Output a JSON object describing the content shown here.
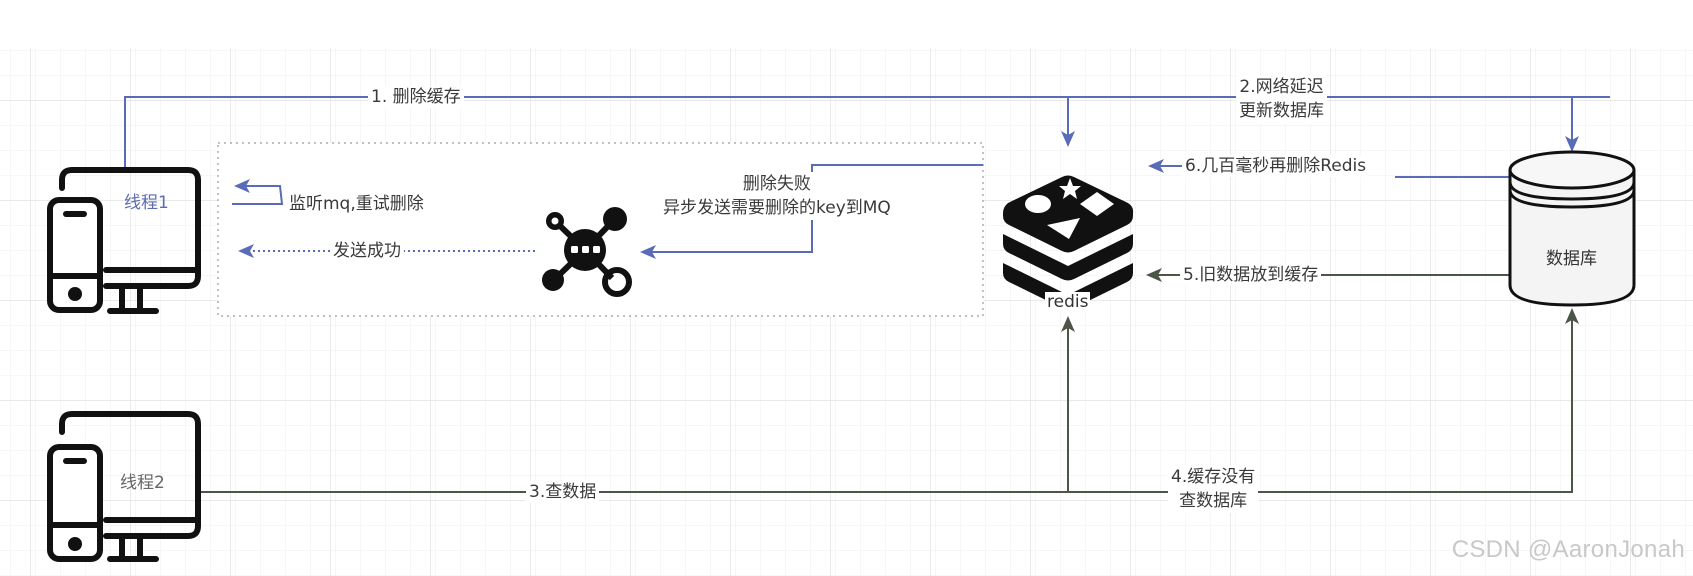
{
  "colors": {
    "blue_line": "#5a6cb8",
    "dark_line": "#4b5548",
    "grid_major": "#dcdcdc",
    "grid_minor": "#efefef",
    "icon": "#111111",
    "watermark": "#c8c8c8"
  },
  "nodes": {
    "thread1": {
      "label": "线程1",
      "icon": "monitor-phone-icon"
    },
    "thread2": {
      "label": "线程2",
      "icon": "monitor-phone-icon"
    },
    "mq": {
      "icon": "message-queue-hub-icon"
    },
    "redis": {
      "label": "redis",
      "icon": "redis-logo-icon"
    },
    "database": {
      "label": "数据库",
      "icon": "database-cylinder-icon"
    }
  },
  "edges": {
    "step1": {
      "label": "1. 删除缓存"
    },
    "step2": {
      "line1": "2.网络延迟",
      "line2": "更新数据库"
    },
    "step3": {
      "label": "3.查数据"
    },
    "step4": {
      "line1": "4.缓存没有",
      "line2": "查数据库"
    },
    "step5": {
      "label": "5.旧数据放到缓存"
    },
    "step6": {
      "label": "6.几百毫秒再删除Redis"
    },
    "mq_fail": {
      "line1": "删除失败",
      "line2": "异步发送需要删除的key到MQ"
    },
    "mq_listen": {
      "label": "监听mq,重试删除"
    },
    "mq_sent": {
      "label": "发送成功"
    }
  },
  "watermark": "CSDN @AaronJonah"
}
